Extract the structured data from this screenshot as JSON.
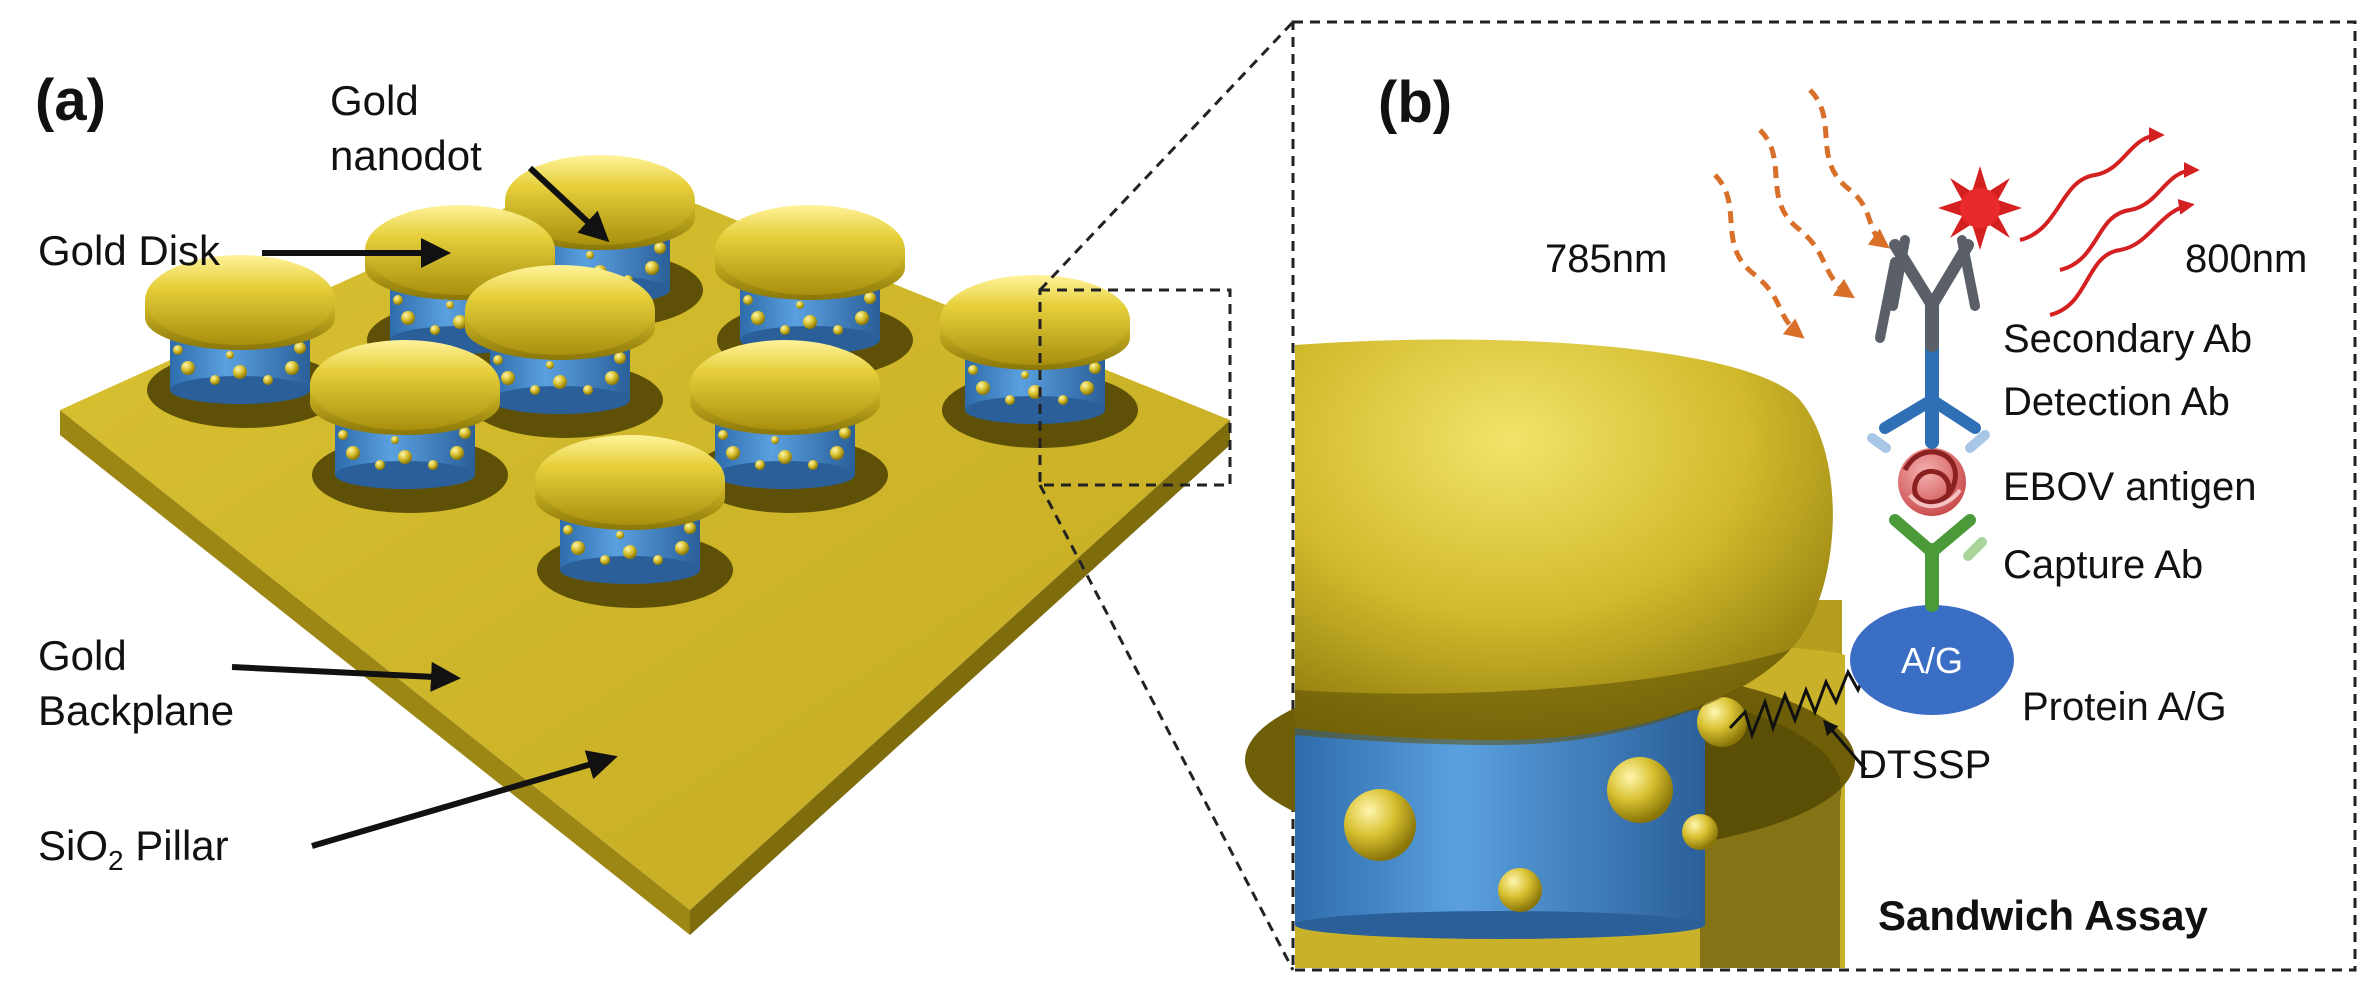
{
  "panel_a": {
    "letter": "(a)",
    "labels": {
      "gold_nanodot_line1": "Gold",
      "gold_nanodot_line2": "nanodot",
      "gold_disk": "Gold Disk",
      "gold_backplane_line1": "Gold",
      "gold_backplane_line2": "Backplane",
      "sio2_prefix": "SiO",
      "sio2_subscript": "2",
      "sio2_suffix": " Pillar"
    }
  },
  "panel_b": {
    "letter": "(b)",
    "labels": {
      "excitation": "785nm",
      "emission": "800nm",
      "secondary_ab": "Secondary Ab",
      "detection_ab": "Detection Ab",
      "ebov_antigen": "EBOV antigen",
      "capture_ab": "Capture Ab",
      "protein_ag_short": "A/G",
      "protein_ag": "Protein A/G",
      "dtssp": "DTSSP",
      "assay_title": "Sandwich Assay"
    }
  },
  "colors": {
    "gold": "#c9b22a",
    "pillar_blue": "#4a8fcf",
    "excitation_orange": "#d8702a",
    "emission_red": "#d42020",
    "secondary_gray": "#5a5f68",
    "detection_blue": "#2f6fb6",
    "capture_green": "#4a9a3a",
    "antigen_pink": "#e07a7a",
    "protein_ag_blue": "#3a6ec4"
  }
}
